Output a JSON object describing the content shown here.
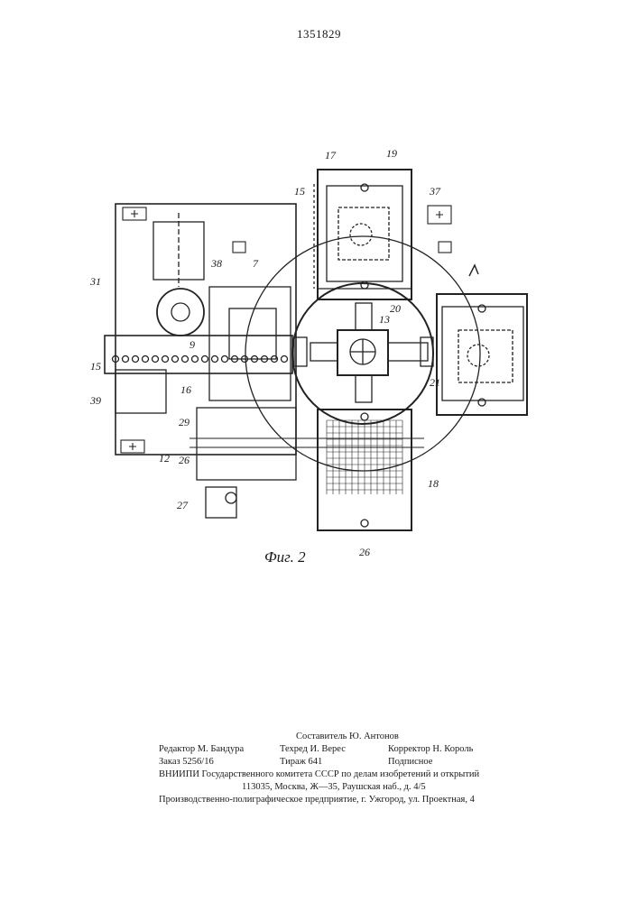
{
  "header": {
    "patent_number": "1351829"
  },
  "figure": {
    "caption": "Фиг. 2",
    "labels": [
      "17",
      "19",
      "15",
      "37",
      "38",
      "7",
      "31",
      "20",
      "13",
      "9",
      "15",
      "39",
      "16",
      "21",
      "29",
      "12",
      "26",
      "18",
      "27",
      "26"
    ]
  },
  "colophon": {
    "compiler": "Составитель Ю. Антонов",
    "editor": "Редактор М. Бандура",
    "techred": "Техред И. Верес",
    "corrector": "Корректор Н. Король",
    "order": "Заказ 5256/16",
    "circulation": "Тираж 641",
    "subscription": "Подписное",
    "institute": "ВНИИПИ Государственного комитета СССР по делам изобретений и открытий",
    "address": "113035, Москва, Ж—35, Раушская наб., д. 4/5",
    "printer": "Производственно-полиграфическое предприятие, г. Ужгород, ул. Проектная, 4"
  }
}
